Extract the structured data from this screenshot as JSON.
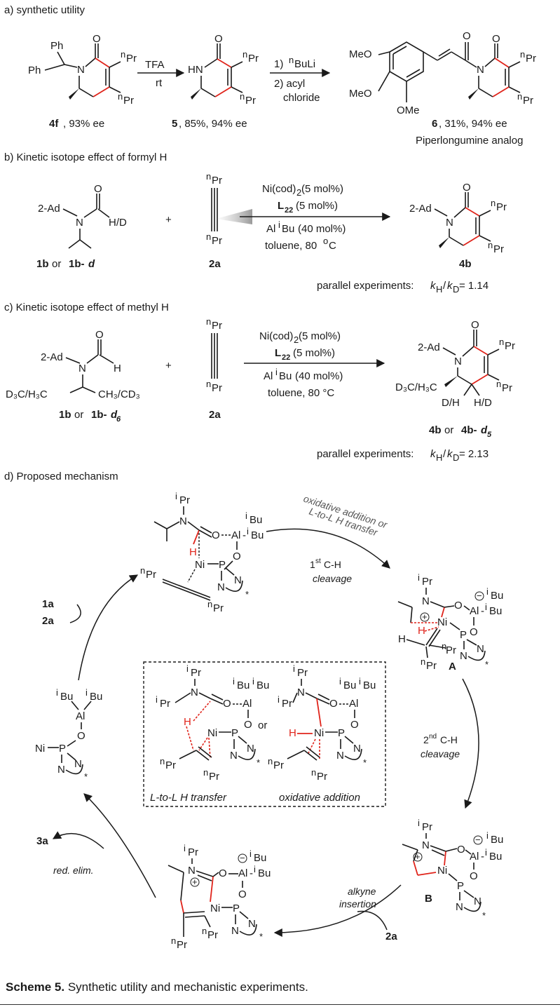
{
  "sections": {
    "a": {
      "title": "a) synthetic utility"
    },
    "b": {
      "title": "b) Kinetic isotope effect of formyl H"
    },
    "c": {
      "title": "c) Kinetic isotope effect of methyl H"
    },
    "d": {
      "title": "d) Proposed mechanism"
    }
  },
  "a": {
    "reagent_1": "TFA",
    "cond_1": "rt",
    "reagent_2a": "1) ",
    "reagent_2b": "BuLi",
    "reagent_2c": "2) acyl",
    "reagent_2d": "chloride",
    "cmpd_4f": "4f",
    "cmpd_4f_info": ", 93% ee",
    "cmpd_5": "5",
    "cmpd_5_info": ", 85%, 94% ee",
    "cmpd_6": "6",
    "cmpd_6_info": ", 31%, 94% ee",
    "cmpd_6_name": "Piperlongumine analog",
    "label_ph1": "Ph",
    "label_ph2": "Ph",
    "label_meo1": "MeO",
    "label_meo2": "MeO",
    "label_ome": "OMe"
  },
  "b": {
    "cond_1": "Ni(cod)",
    "cond_1b": " (5 mol%)",
    "cond_2": "L",
    "cond_2b": " (5 mol%)",
    "cond_3a": "Al",
    "cond_3b": "Bu",
    "cond_3c": " (40 mol%)",
    "cond_4": "toluene, 80 ",
    "cond_4b": "C",
    "lab_1b": "1b",
    "lab_or": " or ",
    "lab_1bd": "1b-",
    "lab_d": "d",
    "lab_2a": "2a",
    "lab_4b": "4b",
    "plus": "+",
    "kie_text": "parallel experiments: ",
    "kie_value": " = 1.14",
    "substituent": "H/D"
  },
  "c": {
    "cond_4": "toluene, 80 °C",
    "lab_1bd6": "1b-",
    "lab_d6": "d",
    "lab_d6sub": "6",
    "lab_4b": "4b",
    "lab_or": " or ",
    "lab_4bd5": "4b-",
    "lab_d5": "d",
    "lab_d5sub": "5",
    "kie_value": " = 2.13",
    "sub_left": "D₃C/H₃C",
    "sub_right": "CH₃/CD₃",
    "sub_prod": "D₃C/H₃C",
    "dh": "D/H",
    "hd": "H/D"
  },
  "d": {
    "step_ox_1": "oxidative addition or",
    "step_ox_2": "L-to-L H transfer",
    "step_ch1": "C-H",
    "step_ch1_sup": "st",
    "step_ch1_num": "1",
    "step_cleavage": "cleavage",
    "step_ch2": "C-H",
    "step_ch2_sup": "nd",
    "step_ch2_num": "2",
    "step_alkyne_1": "alkyne",
    "step_alkyne_2": "insertion",
    "step_red": "red. elim.",
    "lab_1a": "1a",
    "lab_2a": "2a",
    "lab_2a_b": "2a",
    "lab_3a": "3a",
    "lab_A": "A",
    "lab_B": "B",
    "box_left": "L-to-L H transfer",
    "box_right": "oxidative addition",
    "box_or": "or"
  },
  "caption": {
    "bold": "Scheme 5.",
    "text": " Synthetic utility and mechanistic experiments."
  }
}
